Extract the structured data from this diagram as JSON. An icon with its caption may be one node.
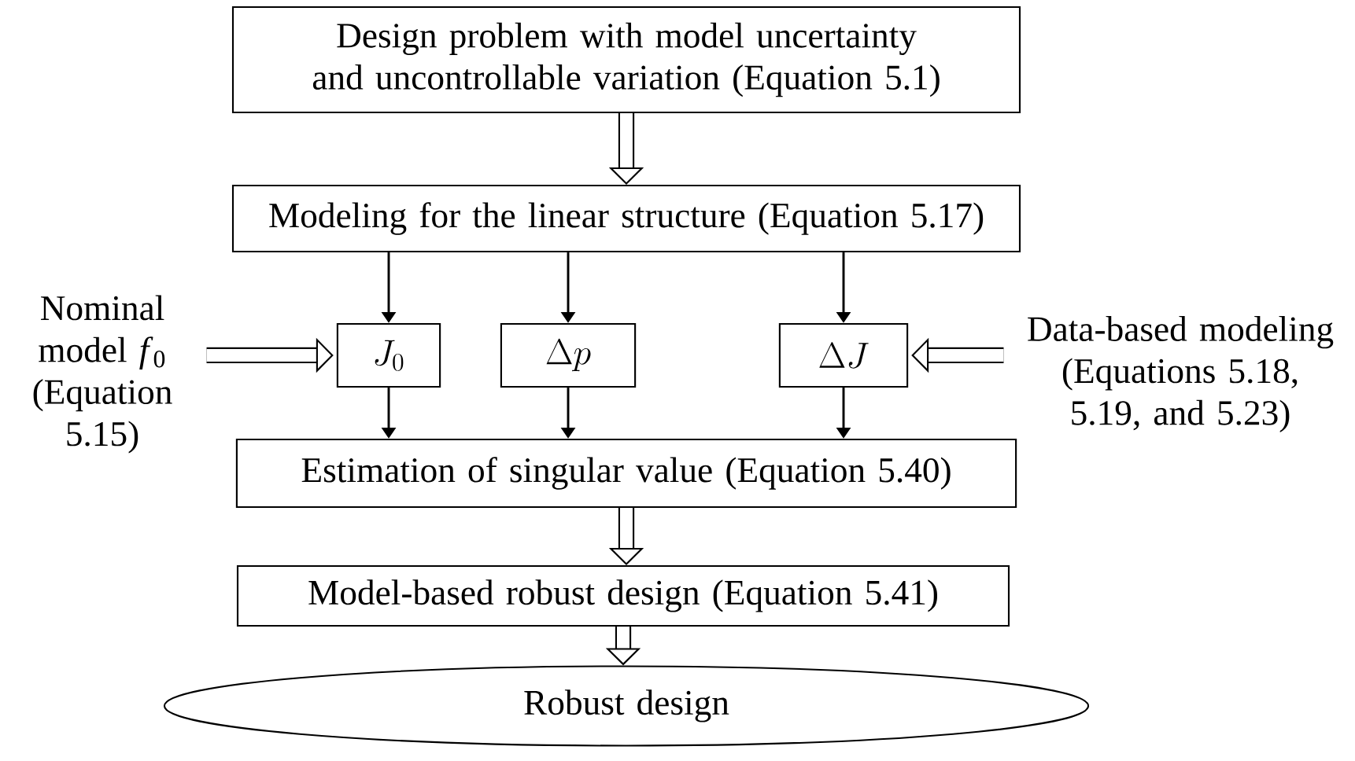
{
  "diagram": {
    "nodes": [
      {
        "text": [
          "Design problem with model uncertainty and uncontrollable variation (Equation 5.1)"
        ]
      },
      {
        "text": [
          "Modeling for the linear structure (Equation 5.17)"
        ]
      },
      {
        "text": [
          "J_0"
        ]
      },
      {
        "text": [
          "\\Delta p"
        ]
      },
      {
        "text": [
          "\\Delta J"
        ]
      },
      {
        "text": [
          "Estimation of singular value (Equation 5.40)"
        ]
      },
      {
        "text": [
          "Model-based robust design (Equation 5.41)"
        ]
      },
      {
        "text": [
          "Robust design"
        ]
      },
      {
        "text": [
          "Nominal model *f*$_{0}$",
          "(Equation 5.15)"
        ]
      },
      {
        "text": [
          "Data-based modeling",
          "(Equations 5.18, 5.19, and 5.23)"
        ]
      }
    ],
    "edges": [
      {
        "from": 0,
        "to": 1,
        "arrow": "to",
        "style": "thick"
      },
      {
        "from": 1,
        "to": 2,
        "arrow": "to"
      },
      {
        "from": 1,
        "to": 3,
        "arrow": "to"
      },
      {
        "from": 1,
        "to": 4,
        "arrow": "to"
      },
      {
        "from": 8,
        "to": 2,
        "arrow": "to",
        "style": "thick"
      },
      {
        "from": 9,
        "to": 4,
        "arrow": "to",
        "style": "thick"
      },
      {
        "from": 2,
        "to": 5,
        "arrow": "to"
      },
      {
        "from": 3,
        "to": 5,
        "arrow": "to"
      },
      {
        "from": 4,
        "to": 5,
        "arrow": "to"
      },
      {
        "from": 5,
        "to": 6,
        "arrow": "to",
        "style": "thick"
      },
      {
        "from": 6,
        "to": 7,
        "arrow": "to",
        "style": "thick"
      }
    ]
  }
}
